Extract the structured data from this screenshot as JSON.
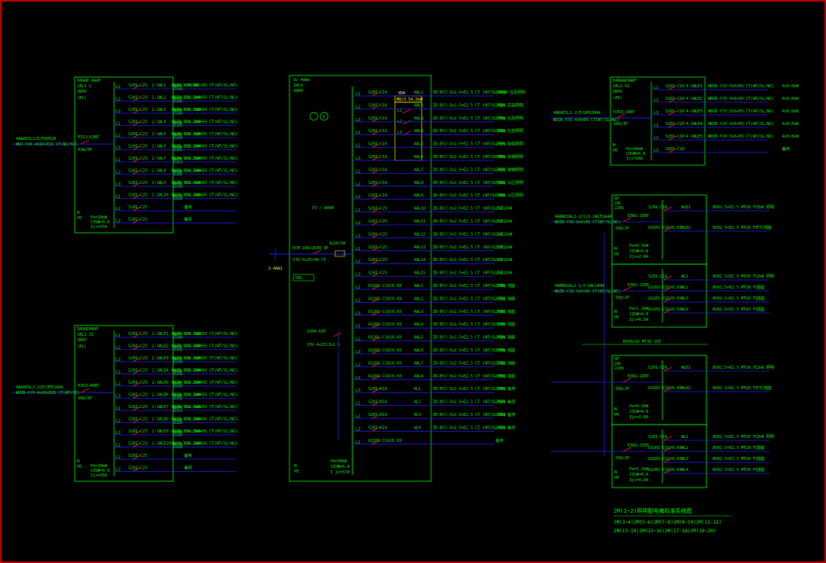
{
  "colors": {
    "background": "#000000",
    "frame": "#c00000",
    "panel": "#00ff00",
    "busbar": "#2020ff",
    "breaker": "#ff2020",
    "label_box": "#ffff00",
    "text": "#00ff00"
  },
  "panel_a": {
    "title": "DAAAE-4AAF",
    "id": "2AL1-1",
    "voltage": "380V",
    "note": "(A1)",
    "incoming": "WDZ-YJV-4x16+E16 CT(WC/SC)",
    "incoming_tag": "4AAAE1L2/E/FUPE2A",
    "main_breaker": "EZ13-63BT",
    "main_sub": "63A/3P",
    "pn": "Pe=20kW",
    "cos": "COSΦ=0.8",
    "ij": "Ijs=37A",
    "circuits": [
      {
        "phase": "L1",
        "breaker": "S201-C25",
        "circuit": "2-1WL1",
        "cable": "WDZB-YJV-3x6+E6 CT(WT/SL/WC)",
        "tag": "PG1",
        "load": "1kW/WK"
      },
      {
        "phase": "L2",
        "breaker": "S201-C25",
        "circuit": "2-1WL2",
        "cable": "WDZB-YJV-3x6+E6 CT(WT/SL/WC)",
        "tag": "PG2",
        "load": "3x1.2kW"
      },
      {
        "phase": "L3",
        "breaker": "S201-C25",
        "circuit": "2-1WL3",
        "cable": "WDZB-YJV-3x6+E6 CT(WT/SL/WC)",
        "tag": "PG3",
        "load": "3x1.2kW"
      },
      {
        "phase": "L1",
        "breaker": "S201-C25",
        "circuit": "2-1WL4",
        "cable": "WDZB-YJV-3x6+E6 CT(WT/SL/WC)",
        "tag": "PG4",
        "load": "3x1.2kW"
      },
      {
        "phase": "L2",
        "breaker": "S201-C25",
        "circuit": "2-1WL5",
        "cable": "WDZB-YJV-3x6+E6 CT(WT/SL/WC)",
        "tag": "PG5",
        "load": "3x1.2kW"
      },
      {
        "phase": "L3",
        "breaker": "S201-C25",
        "circuit": "2-1WL6",
        "cable": "WDZB-YJV-3x6+E6 CT(WT/SL/WC)",
        "tag": "PG6",
        "load": "3x1.2kW"
      },
      {
        "phase": "L1",
        "breaker": "S201-C25",
        "circuit": "2-1WL7",
        "cable": "WDZB-YJV-3x6+E6 CT(WT/SL/WC)",
        "tag": "PG7",
        "load": "3x1.2kW"
      },
      {
        "phase": "L2",
        "breaker": "S201-C25",
        "circuit": "2-1WL8",
        "cable": "WDZB-YJV-3x6+E6 CT(WT/SL/WC)",
        "tag": "PG8",
        "load": "3x1.2kW"
      },
      {
        "phase": "L3",
        "breaker": "S201-C25",
        "circuit": "2-1WL9",
        "cable": "WDZB-YJV-3x6+E6 CT(WT/SL/WC)",
        "tag": "PG9",
        "load": "3x1.2kW"
      },
      {
        "phase": "L1",
        "breaker": "S201-C25",
        "circuit": "2-1WL10",
        "cable": "WDZB-YJV-3x6+E6 CT(WT/SL/WC)",
        "tag": "PG10",
        "load": "3x1.2kW"
      },
      {
        "phase": "L2",
        "breaker": "S201-C25",
        "circuit": "",
        "cable": "",
        "tag": "",
        "load": "备用"
      },
      {
        "phase": "L3",
        "breaker": "S201-C25",
        "circuit": "",
        "cable": "",
        "tag": "",
        "load": "备用"
      }
    ]
  },
  "panel_b": {
    "title": "DAAAE4AAF",
    "id": "2AL1-21",
    "voltage": "380V",
    "note": "(A1)",
    "incoming": "WDZB-YJV-4x16+E16 CT(WT/SC)",
    "incoming_tag": "4AAAE1L2-2/E/UPE2A4A",
    "main_breaker": "E353-40BT",
    "main_sub": "40A/3P",
    "pn": "Pe=20kW",
    "cos": "COSΦ=0.8",
    "ij": "Ijs=26A",
    "circuits": [
      {
        "phase": "L1",
        "breaker": "S201-C25",
        "circuit": "2-1WLE1",
        "cable": "WDZB-YJV-3x6+E6 CT(WT/SL/WC)",
        "tag": "PG1",
        "load": "3x1.2kW"
      },
      {
        "phase": "L2",
        "breaker": "S201-C25",
        "circuit": "2-1WLE2",
        "cable": "WDZB-YJV-3x6+E6 CT(WT/SL/WC)",
        "tag": "PG2",
        "load": "3x1.2kW"
      },
      {
        "phase": "L3",
        "breaker": "S201-C25",
        "circuit": "2-1WLE3",
        "cable": "WDZB-YJV-3x6+E6 CT(WT/SL/WC)",
        "tag": "PG3",
        "load": "3x1.2kW"
      },
      {
        "phase": "L1",
        "breaker": "S201-C25",
        "circuit": "2-1WLE4",
        "cable": "WDZB-YJV-3x6+E6 CT(WT/SL/WC)",
        "tag": "PG4",
        "load": "3x1.2kW"
      },
      {
        "phase": "L2",
        "breaker": "S201-C25",
        "circuit": "2-1WLE5",
        "cable": "WDZB-YJV-3x6+E6 CT(WT/SL/WC)",
        "tag": "PG5",
        "load": "3x1.2kW"
      },
      {
        "phase": "L3",
        "breaker": "S201-C25",
        "circuit": "2-1WLE6",
        "cable": "WDZB-YJV-3x6+E6 CT(WT/SL/WC)",
        "tag": "PG6",
        "load": "3x1.2kW"
      },
      {
        "phase": "L1",
        "breaker": "S201-C25",
        "circuit": "2-1WLE7",
        "cable": "WDZB-YJV-3x6+E6 CT(WT/SL/WC)",
        "tag": "PG7",
        "load": "3x1.2kW"
      },
      {
        "phase": "L2",
        "breaker": "S201-C25",
        "circuit": "2-1WLE8",
        "cable": "WDZB-YJV-3x6+E6 CT(WT/SL/WC)",
        "tag": "PG8",
        "load": "3x1.2kW"
      },
      {
        "phase": "L3",
        "breaker": "S201-C25",
        "circuit": "2-1WLE9",
        "cable": "WDZB-YJV-3x6+E6 CT(WT/SL/WC)",
        "tag": "PG9",
        "load": "3x1.2kW"
      },
      {
        "phase": "L1",
        "breaker": "S201-C25",
        "circuit": "2-1WLE10",
        "cable": "WDZB-YJV-3x6+E6 CT(WT/SL/WC)",
        "tag": "PG10",
        "load": "3x1.2kW"
      },
      {
        "phase": "L2",
        "breaker": "S201-C25",
        "circuit": "",
        "cable": "",
        "tag": "",
        "load": "备用"
      },
      {
        "phase": "L3",
        "breaker": "S201-C25",
        "circuit": "",
        "cable": "",
        "tag": "",
        "load": "备用"
      }
    ]
  },
  "panel_c": {
    "title": "Dc-4ame",
    "id": "2AL4",
    "voltage": "380V",
    "meter_note": "PJ / 600A",
    "incoming_breaker": "ECM-100/2630 3P",
    "incoming_cable": "YJV-5x25/40 CT",
    "incoming_tag": "2-4AA1",
    "meter": "3x20/5A",
    "sub_box": "M8/3 54.5kW",
    "sub_box_tag": "YZG",
    "sub_breaker": "S264-63T",
    "sub_cable": "YJV-4x25/3x1.5",
    "sub_box_label": "YD4",
    "sub_box_rows": [
      "L1",
      "L2",
      "L3"
    ],
    "pn": "Pe=30kW",
    "cos": "COSΦ=0.8",
    "ij": "I_js=57A",
    "circuits": [
      {
        "phase": "L1",
        "breaker": "S201-C16",
        "num": "4AL1",
        "cable": "ZB-BYJ-3x2.5+E2.5 CT (WT/SL/SE)",
        "load": "1000W 应急照明"
      },
      {
        "phase": "L2",
        "breaker": "S201-C16",
        "num": "4AL2",
        "cable": "ZB-BYJ-3x2.5+E2.5 CT (WT/SL/SE)",
        "load": "300W 应急照明"
      },
      {
        "phase": "L3",
        "breaker": "S201-C16",
        "num": "4AL3",
        "cable": "ZB-BYJ-3x2.5+E2.5 CT (WT/SL/SE)",
        "load": "300W 应急照明"
      },
      {
        "phase": "L1",
        "breaker": "S201-C16",
        "num": "4AL4",
        "cable": "ZB-BYJ-3x2.5+E2.5 CT (WT/SL/SE)",
        "load": "300W 应急照明"
      },
      {
        "phase": "L2",
        "breaker": "S201-C16",
        "num": "4AL5",
        "cable": "ZB-BYJ-3x2.5+E2.5 CT (WT/SL/SE)",
        "load": "100W 智能照明"
      },
      {
        "phase": "L3",
        "breaker": "S201-C16",
        "num": "4AL6",
        "cable": "ZB-BYJ-3x2.5+E2.5 CT (WT/SL/SE)",
        "load": "500W 走廊照明"
      },
      {
        "phase": "L1",
        "breaker": "S201-C16",
        "num": "4AL7",
        "cable": "ZB-BYJ-3x2.5+E2.5 CT (WT/SL/SE)",
        "load": "500W 楼梯照明"
      },
      {
        "phase": "L2",
        "breaker": "S201-C16",
        "num": "4AL8",
        "cable": "ZB-BYJ-3x2.5+E2.5 CT (WT/SL/SE)",
        "load": "500W 公区照明"
      },
      {
        "phase": "L3",
        "breaker": "S201-C16",
        "num": "4AL9",
        "cable": "ZB-BYJ-3x2.5+E2.5 CT (WT/SL/SE)",
        "load": "500W 公区照明"
      },
      {
        "phase": "L1",
        "breaker": "S201-C25",
        "num": "4AL10",
        "cable": "ZB-BYJ-3x2.5+E2.5 CT (WT/SL/SE)",
        "load": "3x1.2kW"
      },
      {
        "phase": "L2",
        "breaker": "S201-C25",
        "num": "4AL11",
        "cable": "ZB-BYJ-3x2.5+E2.5 CT (WT/SL/SE)",
        "load": "3x1.2kW"
      },
      {
        "phase": "L3",
        "breaker": "S201-C25",
        "num": "4AL12",
        "cable": "ZB-BYJ-3x2.5+E2.5 CT (WT/SL/SE)",
        "load": "3x1.2kW"
      },
      {
        "phase": "L1",
        "breaker": "S201-C25",
        "num": "4AL13",
        "cable": "ZB-BYJ-3x2.5+E2.5 CT (WT/SL/SE)",
        "load": "3x1.2kW"
      },
      {
        "phase": "L2",
        "breaker": "S201-C25",
        "num": "4AL14",
        "cable": "ZB-BYJ-3x2.5+E2.5 CT (WT/SL/SE)",
        "load": "3x1.2kW"
      },
      {
        "phase": "L3",
        "breaker": "S201-C25",
        "num": "4AL15",
        "cable": "ZB-BYJ-3x2.5+E2.5 CT (WT/SL/SE)",
        "load": "3x1.2kW"
      },
      {
        "phase": "L1",
        "breaker": "GS201-C16/0.03",
        "num": "4AL1",
        "cable": "ZB-BYJ-3x2.5+E2.5 CT (WT/SL/SE)",
        "load": "300W 插座"
      },
      {
        "phase": "L2",
        "breaker": "GS201-C16/0.03",
        "num": "4AL2",
        "cable": "ZB-BYJ-3x2.5+E2.5 CT (WT/SL/SE)",
        "load": "300W 插座"
      },
      {
        "phase": "L3",
        "breaker": "GS201-C16/0.03",
        "num": "4AL3",
        "cable": "ZB-BYJ-3x2.5+E2.5 CT (WT/SL/SE)",
        "load": "300W 插座"
      },
      {
        "phase": "L1",
        "breaker": "GS201-C16/0.03",
        "num": "4AL4",
        "cable": "ZB-BYJ-3x2.5+E2.5 CT (WT/SL/SE)",
        "load": "300W 插座"
      },
      {
        "phase": "L2",
        "breaker": "GS201-C16/0.03",
        "num": "4AL5",
        "cable": "ZB-BYJ-3x2.5+E2.5 CT (WT/SL/SE)",
        "load": "300W 插座"
      },
      {
        "phase": "L3",
        "breaker": "GS201-C16/0.03",
        "num": "4AL6",
        "cable": "ZB-BYJ-3x2.5+E2.5 CT (WT/SL/SE)",
        "load": "300W 插座"
      },
      {
        "phase": "L1",
        "breaker": "GS201-C16/0.03",
        "num": "4AL7",
        "cable": "ZB-BYJ-3x2.5+E2.5 CT (WT/SL/SE)",
        "load": "300W 插座"
      },
      {
        "phase": "L2",
        "breaker": "GS201-C16/0.03",
        "num": "4AL8",
        "cable": "ZB-BYJ-3x2.5+E2.5 CT (WT/SL/SE)",
        "load": "300W 插座"
      },
      {
        "phase": "L3",
        "breaker": "S201-K16",
        "num": "4L1",
        "cable": "ZB-BYJ-3x2.5+E2.5 CT (WT/SL/SE)",
        "load": "300W 备用"
      },
      {
        "phase": "L1",
        "breaker": "S201-K16",
        "num": "4L2",
        "cable": "ZB-BYJ-3x2.5+E2.5 CT (WT/SL/SE)",
        "load": "300W 备用"
      },
      {
        "phase": "L2",
        "breaker": "S201-K16",
        "num": "4L3",
        "cable": "ZB-BYJ-3x2.5+E2.5 CT (WT/SL/SE)",
        "load": "300W 备用"
      },
      {
        "phase": "L3",
        "breaker": "S201-K16",
        "num": "4L4",
        "cable": "ZB-BYJ-3x2.5+E2.5 CT (WT/SL/SE)",
        "load": "300W 备用"
      },
      {
        "phase": "L1",
        "breaker": "GS201-C16/0.03",
        "num": "",
        "cable": "",
        "load": "备用"
      }
    ]
  },
  "panel_d": {
    "title": "D4AAAE4AAF",
    "id": "2AL2-52",
    "voltage": "380V",
    "note": "(A1)",
    "incoming": "WDZB-YJV-4x6+E6 CT(WT/SL/WC)",
    "incoming_tag": "4AAAE1L2-2/E/UPE2A4A",
    "main_breaker": "E353-16BT",
    "main_sub": "16A/3P",
    "pn": "Pe=20kW",
    "cos": "COSΦ=0.8",
    "ij": "Ijs=18A",
    "circuits": [
      {
        "phase": "L1",
        "breaker": "S201-C16",
        "circuit": "4-1WLE1",
        "cable": "WDZB-YJV-3x6+E6 CT(WT/SL/WC)",
        "load": "4x0.6kW"
      },
      {
        "phase": "L2",
        "breaker": "S201-C16",
        "circuit": "4-1WLE2",
        "cable": "WDZB-YJV-3x6+E6 CT(WT/SL/WC)",
        "load": "4x0.6kW"
      },
      {
        "phase": "L3",
        "breaker": "S201-C16",
        "circuit": "4-1WLE3",
        "cable": "WDZB-YJV-3x6+E6 CT(WT/SL/WC)",
        "load": "4x0.6kW"
      },
      {
        "phase": "L1",
        "breaker": "S201-C16",
        "circuit": "4-1WLE4",
        "cable": "WDZB-YJV-3x6+E6 CT(WT/SL/WC)",
        "load": "4x0.6kW"
      },
      {
        "phase": "L2",
        "breaker": "S201-C16",
        "circuit": "4-1WLE5",
        "cable": "WDZB-YJV-3x6+E6 CT(WT/SL/WC)",
        "load": "4x0.6kW"
      },
      {
        "phase": "L3",
        "breaker": "S201-C16",
        "circuit": "",
        "cable": "",
        "load": "备用"
      }
    ]
  },
  "panel_e": [
    {
      "title": "SP",
      "id": "2AL",
      "voltage": "220V",
      "incoming": "4AAAE2AL2-2/1/2-1WLE1A4A",
      "cable": "WDZB-YJV-3x6+E6 CT(WT/SL/WC)",
      "main_breaker": "E302-25BT",
      "main_sub": "25A/2P",
      "pn": "Pe=0.5kW",
      "cos": "COSΦ=0.8",
      "ij": "Ijs=2.8A",
      "circuits": [
        {
          "breaker": "S201-C16",
          "num": "WLE1",
          "cable": "BVX2.5+E2.5 MT20 FC",
          "load": "2kW 照明"
        },
        {
          "breaker": "GS201-C16/0.03",
          "num": "WLE2",
          "cable": "BVX2.5+E2.5 MT20 FC",
          "load": "FT/插座"
        }
      ]
    },
    {
      "title": "",
      "id": "",
      "voltage": "",
      "incoming": "4AAAE2AL2-1/2-1WL1A4A",
      "cable": "WDZB-YJV-3x6+E6 CT(WT/SL/WC)",
      "main_breaker": "E302-25BT",
      "main_sub": "25A/2P",
      "pn": "Pe=1.2kW",
      "cos": "COSΦ=0.8",
      "ij": "Ijs=6.8A",
      "circuits": [
        {
          "breaker": "S201-C16",
          "num": "WL1",
          "cable": "BVX2.5+E2.5 MT20 FC",
          "load": "2kW 照明"
        },
        {
          "breaker": "GS201-C16/0.03",
          "num": "WL2",
          "cable": "BVX2.5+E2.5 MT20 FC",
          "load": "插座"
        },
        {
          "breaker": "GS201-C16/0.03",
          "num": "WL3",
          "cable": "BVX2.5+E2.5 MT20 FC",
          "load": "插座"
        },
        {
          "breaker": "GS201-C16/0.03",
          "num": "WL4",
          "cable": "BVX2.5+E2.5 MT20 FC",
          "load": "插座"
        }
      ]
    },
    {
      "title": "SP",
      "id": "2AL",
      "voltage": "220V",
      "incoming": "",
      "cable": "",
      "main_breaker": "E302-25BT",
      "main_sub": "25A/2P",
      "pn": "Pe=0.5kW",
      "cos": "COSΦ=0.8",
      "ij": "Ijs=2.8A",
      "circuits": [
        {
          "breaker": "S201-C16",
          "num": "WLE1",
          "cable": "BVX2.5+E2.5 MT20 FC",
          "load": "2kW 照明"
        },
        {
          "breaker": "GS201-C16/0.03",
          "num": "WLE2",
          "cable": "BVX2.5+E2.5 MT20 FC",
          "load": "FT/插座"
        }
      ]
    },
    {
      "title": "",
      "id": "",
      "voltage": "",
      "incoming": "",
      "cable": "",
      "main_breaker": "E302-25BT",
      "main_sub": "25A/2P",
      "pn": "Pe=1.2kW",
      "cos": "COSΦ=0.8",
      "ij": "Ijs=6.8A",
      "circuits": [
        {
          "breaker": "S201-C16",
          "num": "WL1",
          "cable": "BVX2.5+E2.5 MT20 FC",
          "load": "2kW 照明"
        },
        {
          "breaker": "GS201-C16/0.03",
          "num": "WL2",
          "cable": "BVX2.5+E2.5 MT20 FC",
          "load": "插座"
        },
        {
          "breaker": "GS201-C16/0.03",
          "num": "WL3",
          "cable": "BVX2.5+E2.5 MT20 FC",
          "load": "插座"
        },
        {
          "breaker": "GS201-C16/0.03",
          "num": "WL4",
          "cable": "BVX2.5+E2.5 MT20 FC",
          "load": "插座"
        }
      ]
    }
  ],
  "bus_note": "BVX4x16 MT32 SCE",
  "caption": {
    "title": "2M(1~2)照明配电箱标准系统图",
    "line1": "2M(3~4)2M(5~6)2M(7~8)2M(9~10)2M(11~12)",
    "line2": "2M(13~14)2M(15~16)2M(17~18)2M(19~20)"
  }
}
